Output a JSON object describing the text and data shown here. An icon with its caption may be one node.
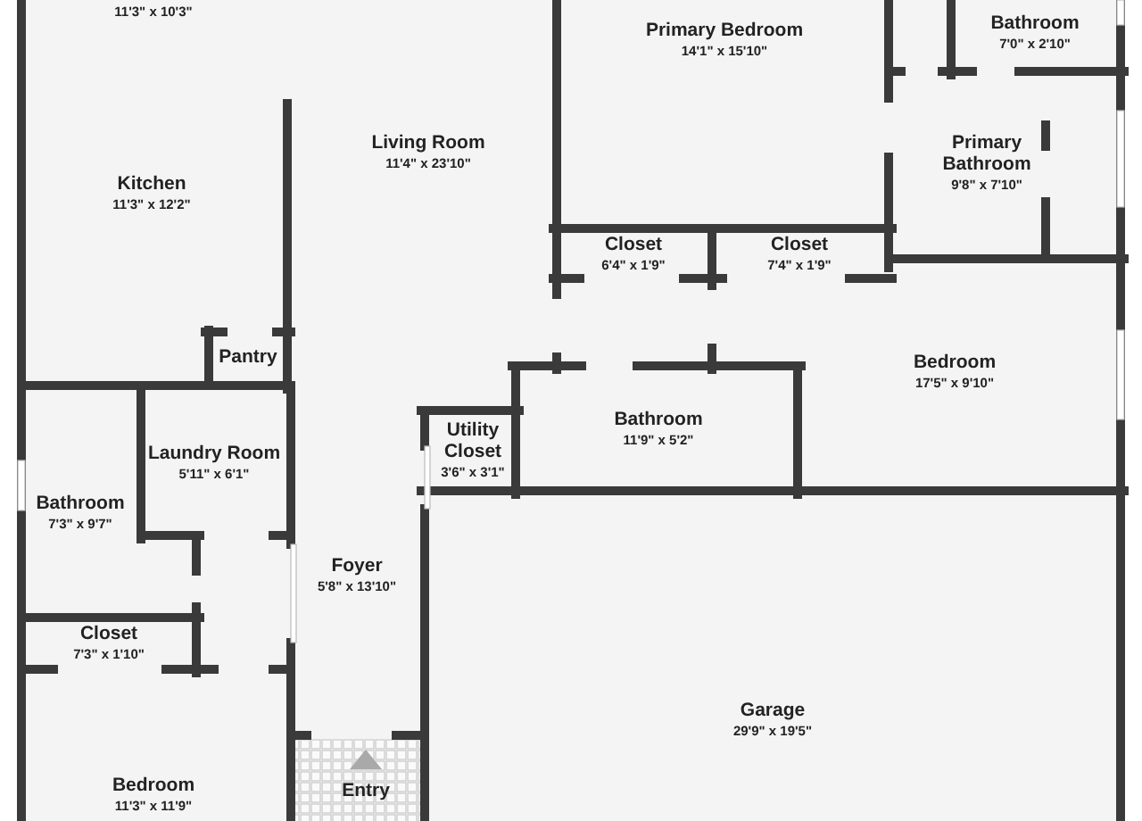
{
  "diagram": {
    "nodes": [
      {
        "text": [
          "11'3\" x 10'3\""
        ]
      },
      {
        "text": [
          "Primary Bedroom",
          "14'1\" x 15'10\""
        ]
      },
      {
        "text": [
          "Bathroom",
          "7'0\" x 2'10\""
        ]
      },
      {
        "text": [
          "Living Room",
          "11'4\" x 23'10\""
        ]
      },
      {
        "text": [
          "Primary Bathroom",
          "9'8\" x 7'10\""
        ]
      },
      {
        "text": [
          "Kitchen",
          "11'3\" x 12'2\""
        ]
      },
      {
        "text": [
          "Closet",
          "6'4\" x 1'9\""
        ]
      },
      {
        "text": [
          "Closet",
          "7'4\" x 1'9\""
        ]
      },
      {
        "text": [
          "Bedroom",
          "17'5\" x 9'10\""
        ]
      },
      {
        "text": [
          "Pantry"
        ]
      },
      {
        "text": [
          "Bathroom",
          "11'9\" x 5'2\""
        ]
      },
      {
        "text": [
          "Utility Closet",
          "3'6\" x 3'1\""
        ]
      },
      {
        "text": [
          "Laundry Room",
          "5'11\" x 6'1\""
        ]
      },
      {
        "text": [
          "Bathroom",
          "7'3\" x 9'7\""
        ]
      },
      {
        "text": [
          "Foyer",
          "5'8\" x 13'10\""
        ]
      },
      {
        "text": [
          "Closet",
          "7'3\" x 1'10\""
        ]
      },
      {
        "text": [
          "Garage",
          "29'9\" x 19'5\""
        ]
      },
      {
        "text": [
          "Bedroom",
          "11'3\" x 11'9\""
        ]
      },
      {
        "text": [
          "Entry"
        ]
      }
    ]
  }
}
